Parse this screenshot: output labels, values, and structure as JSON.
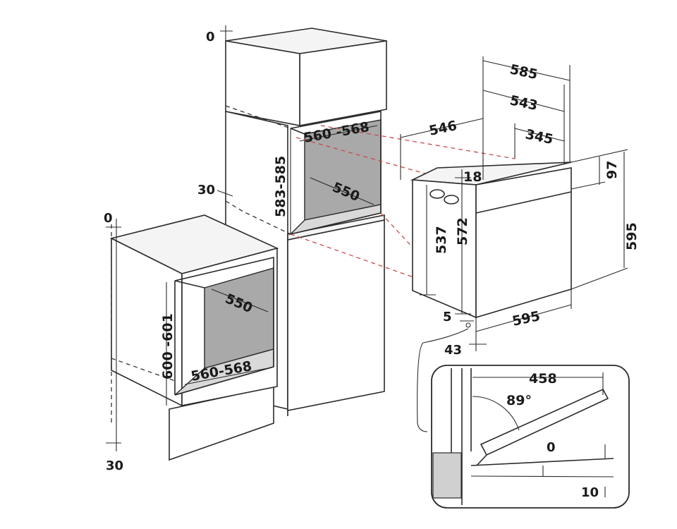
{
  "dimensions": {
    "tall_top_gap": "0",
    "tall_bottom_gap": "30",
    "tall_niche_width": "560 -568",
    "tall_niche_height": "583-585",
    "tall_niche_depth": "550",
    "base_top_gap": "0",
    "base_bottom_gap": "30",
    "base_niche_depth": "550",
    "base_niche_height": "600 -601",
    "base_niche_width": "560-568",
    "oven_total_depth": "585",
    "oven_body_depth": "543",
    "oven_side_depth": "546",
    "oven_rail_depth": "345",
    "oven_top_offset": "18",
    "oven_panel_height": "97",
    "oven_body_height_side": "537",
    "oven_body_height": "572",
    "oven_total_height": "595",
    "oven_width": "595",
    "oven_bottom_gap": "5",
    "oven_front_offset": "43",
    "door_open_length": "458",
    "door_open_angle": "89°",
    "door_clearance_top": "0",
    "door_clearance_bottom": "10"
  },
  "colors": {
    "line": "#2a2a2a",
    "cavity": "#a9a9a9",
    "projection_dash": "#c84b4b",
    "background": "#ffffff"
  }
}
